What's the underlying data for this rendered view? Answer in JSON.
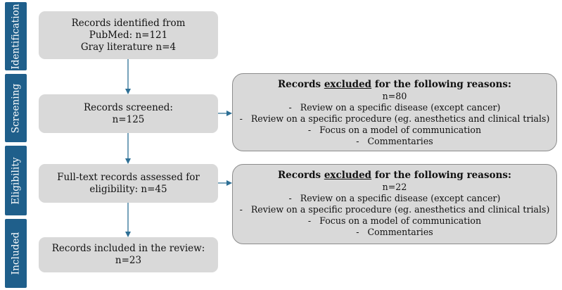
{
  "stages": {
    "identification": "Identification",
    "screening": "Screening",
    "eligibility": "Eligibility",
    "included": "Included"
  },
  "boxes": {
    "identified": {
      "line1": "Records identified from",
      "line2": "PubMed: n=121",
      "line3": "Gray literature n=4"
    },
    "screened": {
      "line1": "Records screened:",
      "line2": "n=125"
    },
    "fulltext": {
      "line1": "Full-text records assessed for",
      "line2": "eligibility: n=45"
    },
    "included": {
      "line1": "Records included in the review:",
      "line2": "n=23"
    }
  },
  "exclusions": [
    {
      "head_pre": "Records ",
      "head_underlined": "excluded",
      "head_post": " for the following reasons:",
      "count": "n=80",
      "reasons": [
        "Review on a specific disease (except cancer)",
        "Review on a specific procedure (eg. anesthetics and clinical trials)",
        "Focus on a model of communication",
        "Commentaries"
      ]
    },
    {
      "head_pre": "Records ",
      "head_underlined": "excluded",
      "head_post": " for the following reasons:",
      "count": "n=22",
      "reasons": [
        "Review on a specific disease (except cancer)",
        "Review on a specific procedure (eg. anesthetics and clinical trials)",
        "Focus on a model of communication",
        "Commentaries"
      ]
    }
  ],
  "bullet": "-",
  "colors": {
    "stage": "#1f5f8b",
    "box": "#d9d9d9",
    "arrow": "#2d6f95",
    "border": "#8c8c8c"
  }
}
